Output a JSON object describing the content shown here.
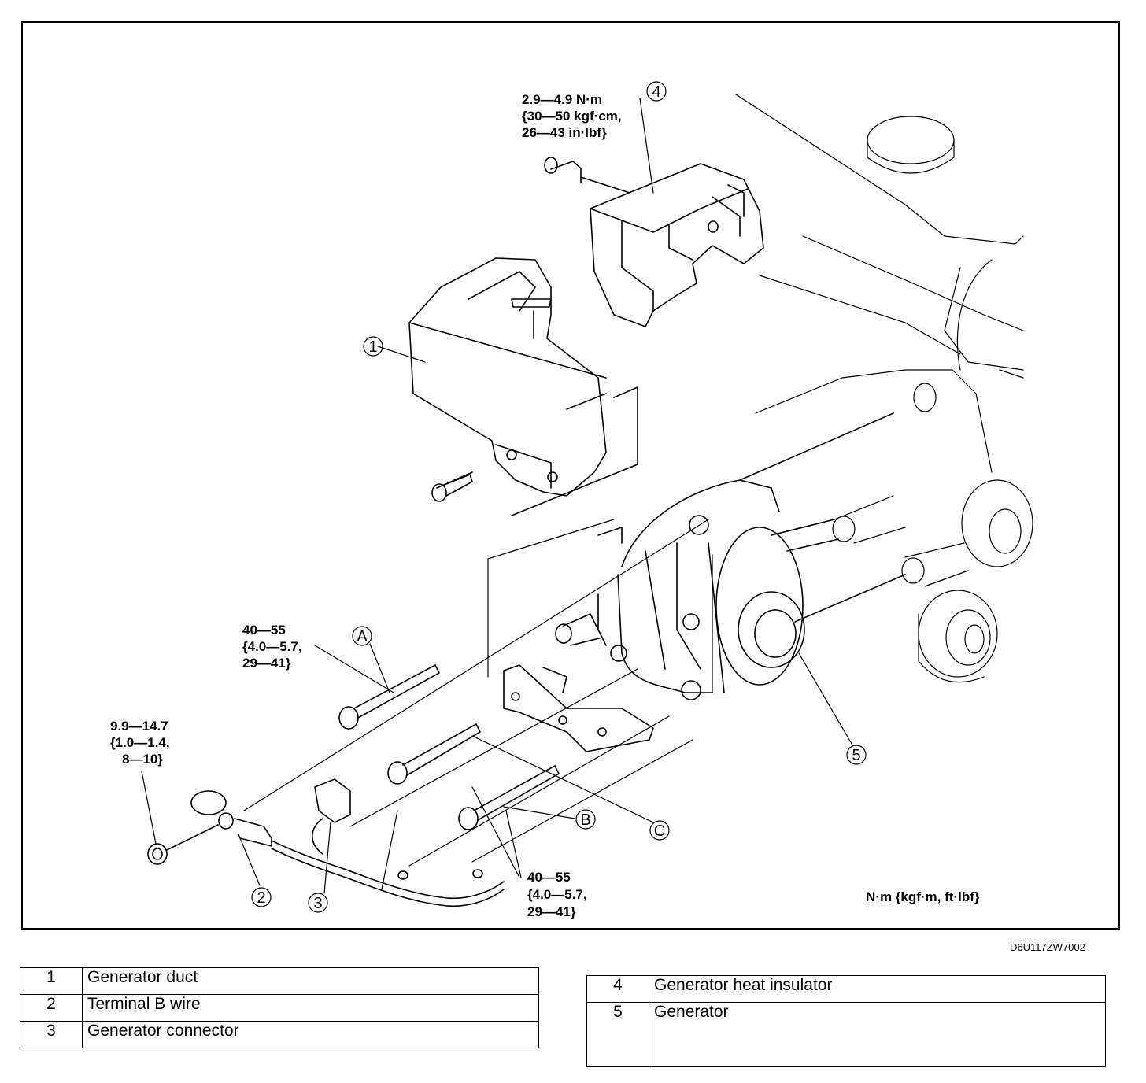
{
  "torque_specs": {
    "duct_bolt": [
      "2.9—4.9 N·m",
      "{30—50 kgf·cm,",
      "26—43 in·lbf}"
    ],
    "bolt_a": [
      "40—55",
      "{4.0—5.7,",
      "29—41}"
    ],
    "nut": [
      "9.9—14.7",
      "{1.0—1.4,",
      "8—10}"
    ],
    "bolts_bc": [
      "40—55",
      "{4.0—5.7,",
      "29—41}"
    ]
  },
  "callouts": {
    "c1": "1",
    "c2": "2",
    "c3": "3",
    "c4": "4",
    "c5": "5",
    "a": "A",
    "b": "B",
    "c": "C"
  },
  "units_note": "N·m {kgf·m, ft·lbf}",
  "figure_code": "D6U117ZW7002",
  "legend_left": [
    {
      "num": "1",
      "name": "Generator duct"
    },
    {
      "num": "2",
      "name": "Terminal B wire"
    },
    {
      "num": "3",
      "name": "Generator connector"
    }
  ],
  "legend_right": [
    {
      "num": "4",
      "name": "Generator heat insulator"
    },
    {
      "num": "5",
      "name": "Generator"
    }
  ]
}
